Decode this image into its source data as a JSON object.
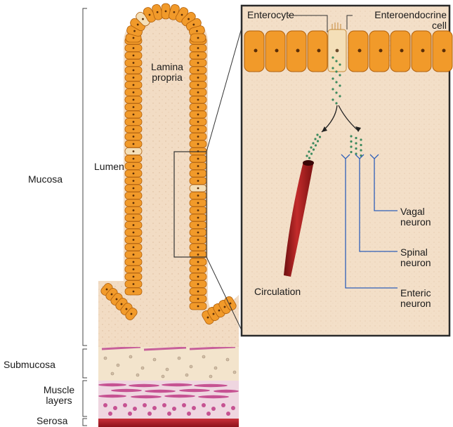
{
  "diagram": {
    "layers": {
      "mucosa": "Mucosa",
      "submucosa": "Submucosa",
      "muscle_line1": "Muscle",
      "muscle_line2": "layers",
      "serosa": "Serosa"
    },
    "villus": {
      "lumen": "Lumen",
      "lamina_line1": "Lamina",
      "lamina_line2": "propria"
    },
    "inset": {
      "enterocyte": "Enterocyte",
      "enteroendocrine_line1": "Enteroendocrine",
      "enteroendocrine_line2": "cell",
      "circulation": "Circulation",
      "vagal_line1": "Vagal",
      "vagal_line2": "neuron",
      "spinal_line1": "Spinal",
      "spinal_line2": "neuron",
      "enteric_line1": "Enteric",
      "enteric_line2": "neuron"
    },
    "colors": {
      "epithelium": "#f19a2a",
      "epithelium_border": "#b0600d",
      "lamina": "#f2dcc4",
      "neuron_line": "#2f5fb8",
      "vessel": "#a41d1d",
      "granules": "#3c8a5e"
    }
  }
}
